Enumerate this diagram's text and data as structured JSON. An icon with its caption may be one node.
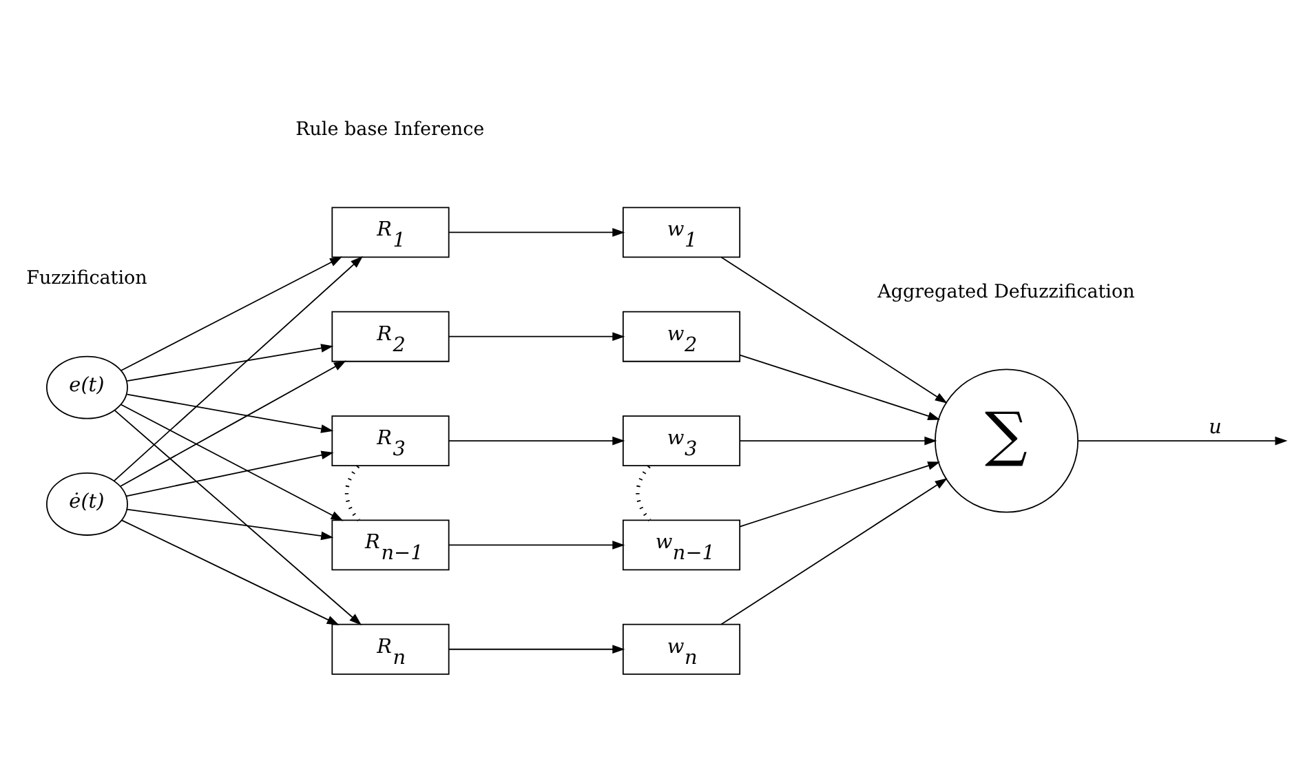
{
  "diagram": {
    "nodes": [
      {
        "text": [
          "e(t)"
        ]
      },
      {
        "text": [
          "ė(t)"
        ]
      },
      {
        "text": [
          "R$_{1}$"
        ]
      },
      {
        "text": [
          "R$_{2}$"
        ]
      },
      {
        "text": [
          "R$_{3}$"
        ]
      },
      {
        "text": [
          "R$_{n−1}$"
        ]
      },
      {
        "text": [
          "R$_{n}$"
        ]
      },
      {
        "text": [
          "w$_{1}$"
        ]
      },
      {
        "text": [
          "w$_{2}$"
        ]
      },
      {
        "text": [
          "w$_{3}$"
        ]
      },
      {
        "text": [
          "w$_{n−1}$"
        ]
      },
      {
        "text": [
          "w$_{n}$"
        ]
      },
      {
        "text": [
          "∑"
        ]
      }
    ],
    "edges": [
      {
        "from": 0,
        "to": 2,
        "arrow": "to"
      },
      {
        "from": 0,
        "to": 3,
        "arrow": "to"
      },
      {
        "from": 0,
        "to": 4,
        "arrow": "to"
      },
      {
        "from": 0,
        "to": 5,
        "arrow": "to"
      },
      {
        "from": 0,
        "to": 6,
        "arrow": "to"
      },
      {
        "from": 1,
        "to": 2,
        "arrow": "to"
      },
      {
        "from": 1,
        "to": 3,
        "arrow": "to"
      },
      {
        "from": 1,
        "to": 4,
        "arrow": "to"
      },
      {
        "from": 1,
        "to": 5,
        "arrow": "to"
      },
      {
        "from": 1,
        "to": 6,
        "arrow": "to"
      },
      {
        "from": 2,
        "to": 7,
        "arrow": "to"
      },
      {
        "from": 3,
        "to": 8,
        "arrow": "to"
      },
      {
        "from": 4,
        "to": 9,
        "arrow": "to"
      },
      {
        "from": 5,
        "to": 10,
        "arrow": "to"
      },
      {
        "from": 6,
        "to": 11,
        "arrow": "to"
      },
      {
        "from": 4,
        "to": 5,
        "arrow": "none",
        "style": "dashed"
      },
      {
        "from": 9,
        "to": 10,
        "arrow": "none",
        "style": "dashed"
      },
      {
        "from": 7,
        "to": 12,
        "arrow": "to"
      },
      {
        "from": 8,
        "to": 12,
        "arrow": "to"
      },
      {
        "from": 9,
        "to": 12,
        "arrow": "to"
      },
      {
        "from": 10,
        "to": 12,
        "arrow": "to"
      },
      {
        "from": 11,
        "to": 12,
        "arrow": "to"
      },
      {
        "from": 12,
        "to": null,
        "arrow": "to",
        "label": "u"
      }
    ],
    "labels": [
      "Fuzzification",
      "Rule base Inference",
      "Aggregated Defuzzification"
    ]
  }
}
